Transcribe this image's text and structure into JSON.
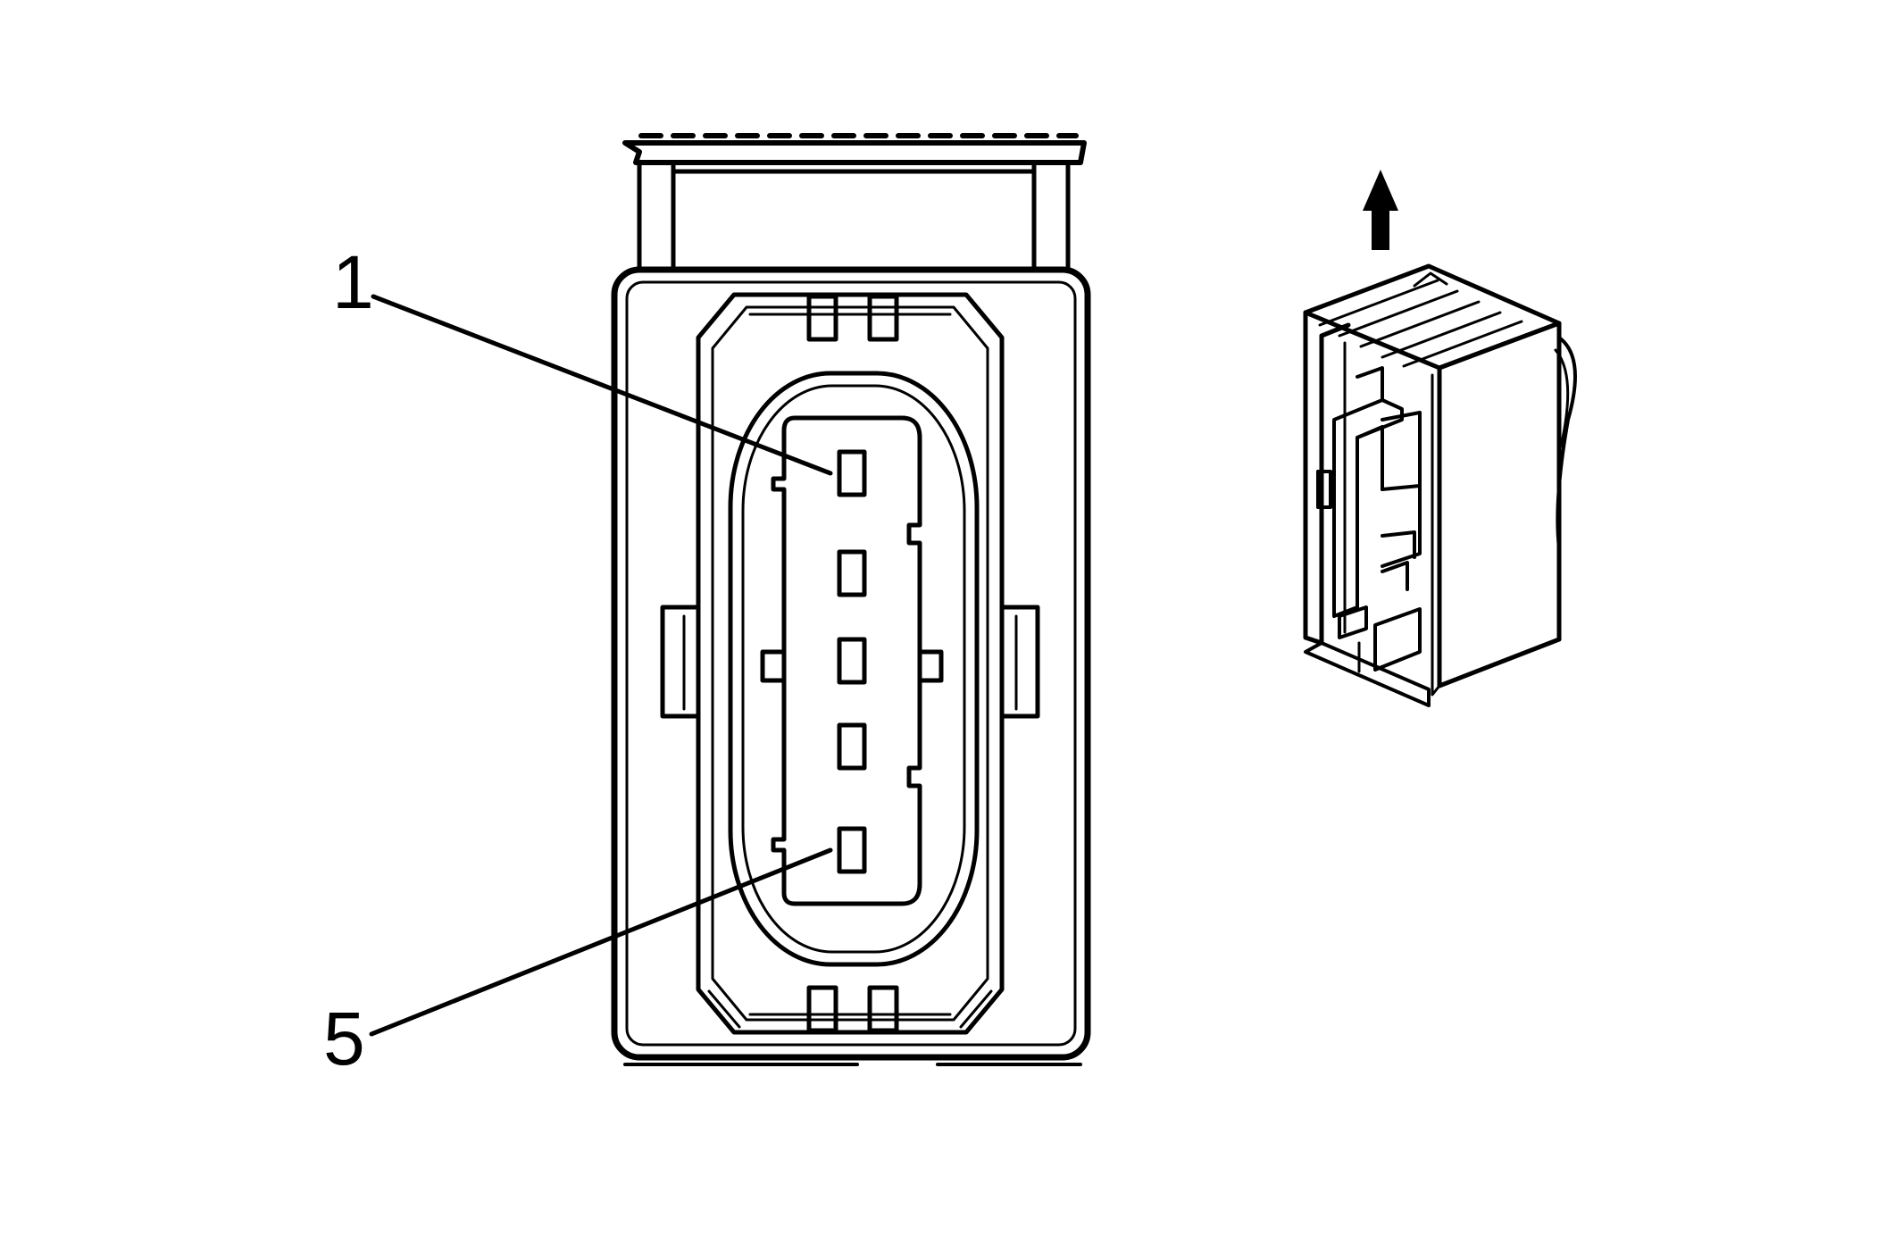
{
  "colors": {
    "line": "#000000",
    "background": "#ffffff",
    "tint": "#f4f4f4"
  },
  "callouts": [
    {
      "id": "pin-1",
      "text": "1"
    },
    {
      "id": "pin-5",
      "text": "5"
    }
  ],
  "pins": {
    "count": 5
  },
  "side_view": {
    "arrow_icon": "arrow-up-icon",
    "direction": "up"
  }
}
